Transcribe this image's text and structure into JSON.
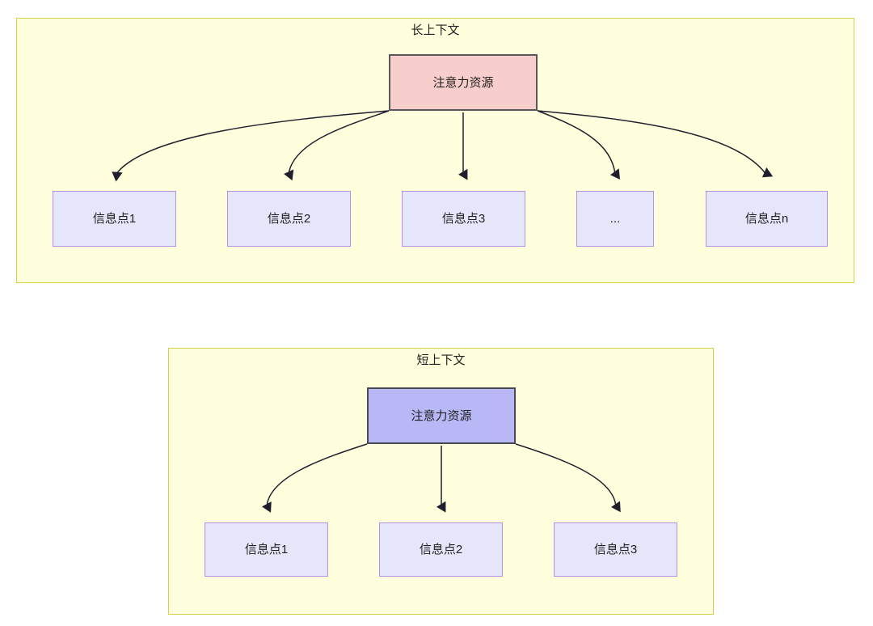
{
  "diagram": {
    "title_long": "长上下文",
    "title_short": "短上下文",
    "groups": [
      {
        "id": "long-context",
        "title": "长上下文",
        "center_label": "注意力资源",
        "center_color": "#f8cecc",
        "children": [
          "信息点1",
          "信息点2",
          "信息点3",
          "...",
          "信息点n"
        ]
      },
      {
        "id": "short-context",
        "title": "短上下文",
        "center_label": "注意力资源",
        "center_color": "#b9b8f7",
        "children": [
          "信息点1",
          "信息点2",
          "信息点3"
        ]
      }
    ],
    "colors": {
      "group_fill": "#ffffdd",
      "group_border": "#d6d14a",
      "info_fill": "#e6e6fb",
      "info_border": "#b393e0",
      "attention_long_fill": "#f8cecc",
      "attention_short_fill": "#b9b8f7",
      "node_stroke": "#58585b",
      "edge_stroke": "#1f1f2e"
    }
  },
  "long_context": {
    "title": "长上下文",
    "attention": "注意力资源",
    "nodes": [
      {
        "label": "信息点1"
      },
      {
        "label": "信息点2"
      },
      {
        "label": "信息点3"
      },
      {
        "label": "..."
      },
      {
        "label": "信息点n"
      }
    ]
  },
  "short_context": {
    "title": "短上下文",
    "attention": "注意力资源",
    "nodes": [
      {
        "label": "信息点1"
      },
      {
        "label": "信息点2"
      },
      {
        "label": "信息点3"
      }
    ]
  }
}
